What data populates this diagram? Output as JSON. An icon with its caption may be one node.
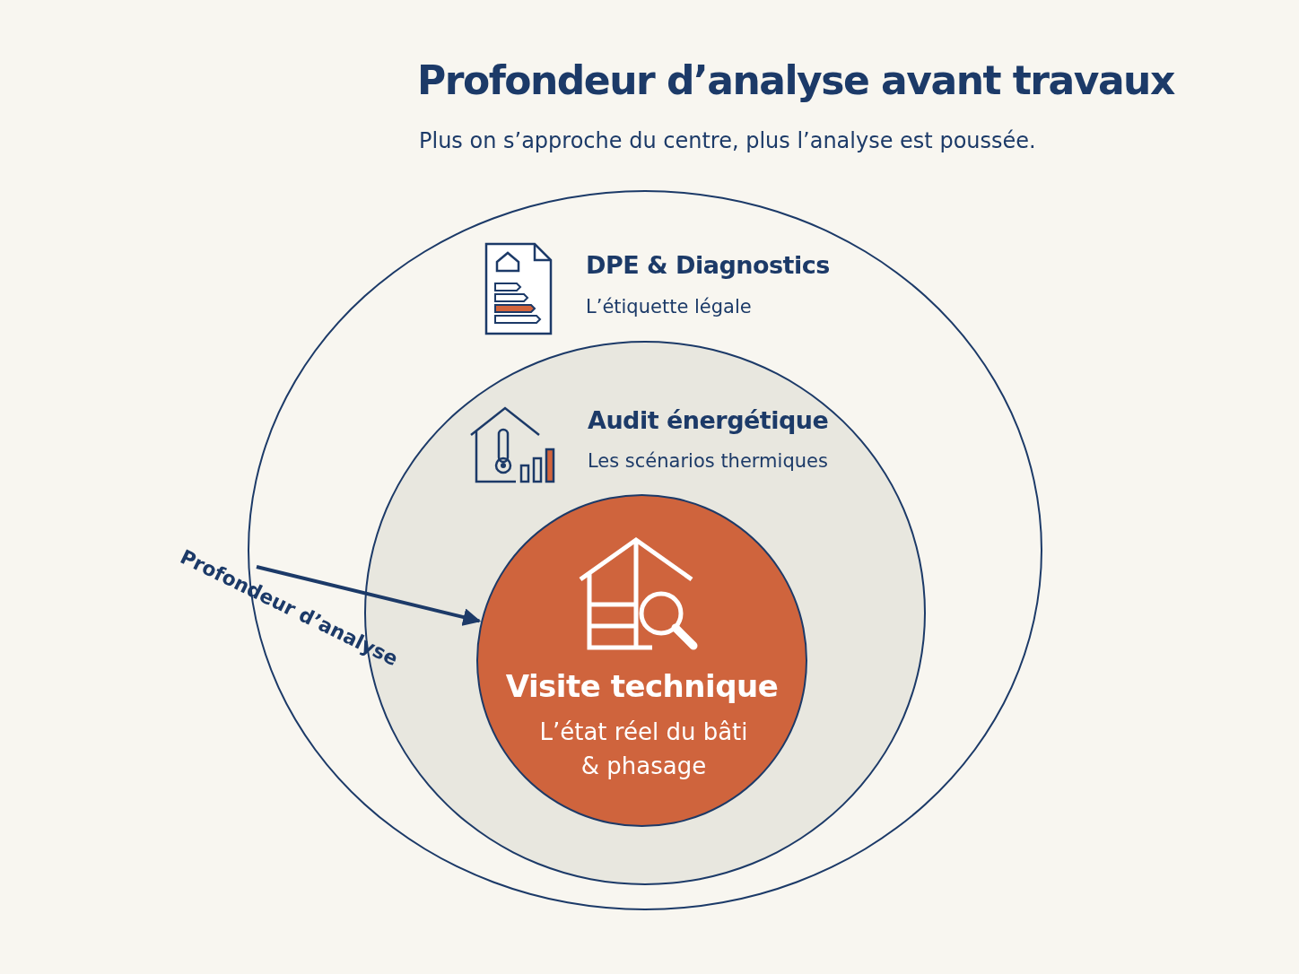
{
  "diagram": {
    "title": "Profondeur d’analyse avant travaux",
    "nodes": [
      {
        "text": [
          "DPE & Diagnostics",
          "L’étiquette légale"
        ]
      },
      {
        "text": [
          "Audit énergétique",
          "Les scénarios thermiques"
        ],
        "in": 0
      },
      {
        "text": [
          "Visite technique",
          "L’état réel du bâti & phasage"
        ],
        "in": 1
      }
    ],
    "edges": [
      {
        "from": null,
        "to": 2,
        "arrow": "to",
        "label": "Profondeur d’analyse"
      }
    ],
    "labels": [
      "Plus on s’approche du centre, plus l’analyse est poussée."
    ]
  }
}
